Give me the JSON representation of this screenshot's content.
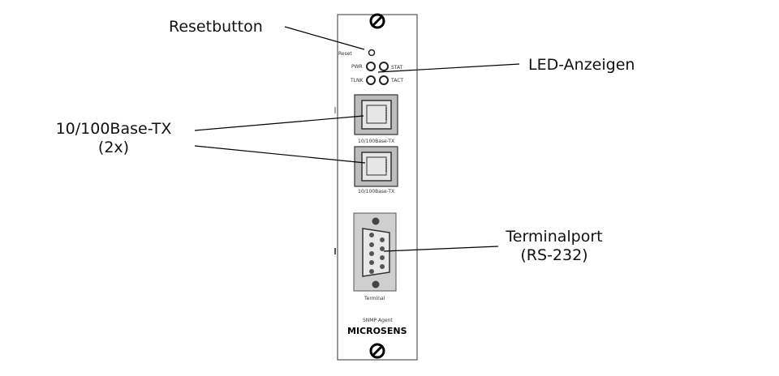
{
  "callouts": {
    "reset": "Resetbutton",
    "led": "LED-Anzeigen",
    "ethernet_line1": "10/100Base-TX",
    "ethernet_line2": "(2x)",
    "terminal_line1": "Terminalport",
    "terminal_line2": "(RS-232)"
  },
  "panel": {
    "reset_label": "Reset",
    "led_pwr": "PWR",
    "led_stat": "STAT",
    "led_tlnk": "TLNK",
    "led_tact": "TACT",
    "port1_label": "10/100Base-TX",
    "port2_label": "10/100Base-TX",
    "terminal_label": "Terminal",
    "product_label": "SNMP Agent",
    "brand": "MICROSENS"
  }
}
